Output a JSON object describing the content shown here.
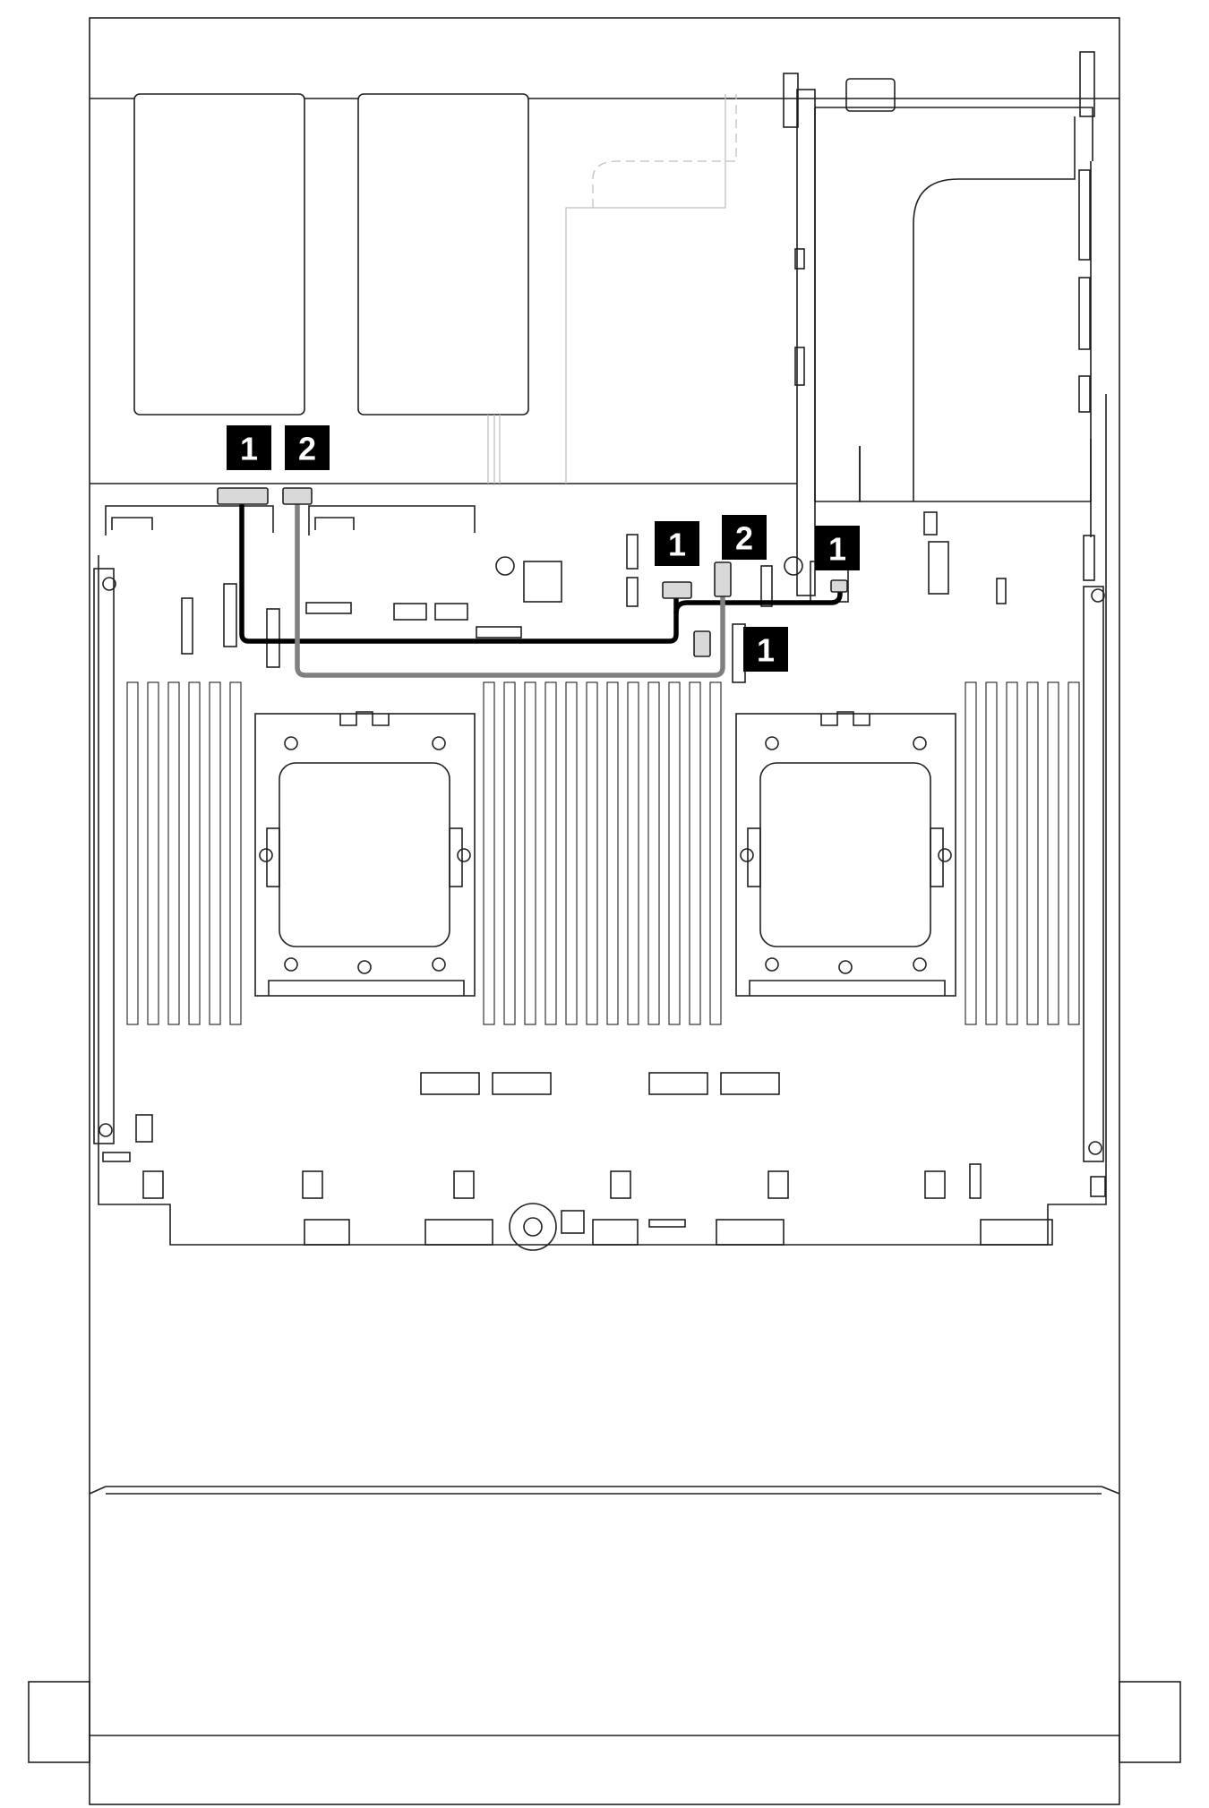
{
  "diagram": {
    "callouts": [
      {
        "id": "c1",
        "label": "1"
      },
      {
        "id": "c2",
        "label": "2"
      },
      {
        "id": "c3",
        "label": "1"
      },
      {
        "id": "c4",
        "label": "2"
      },
      {
        "id": "c5",
        "label": "1"
      },
      {
        "id": "c6",
        "label": "1"
      }
    ],
    "cables": [
      {
        "callout": "1",
        "color": "#000000"
      },
      {
        "callout": "2",
        "color": "#808080"
      }
    ]
  }
}
